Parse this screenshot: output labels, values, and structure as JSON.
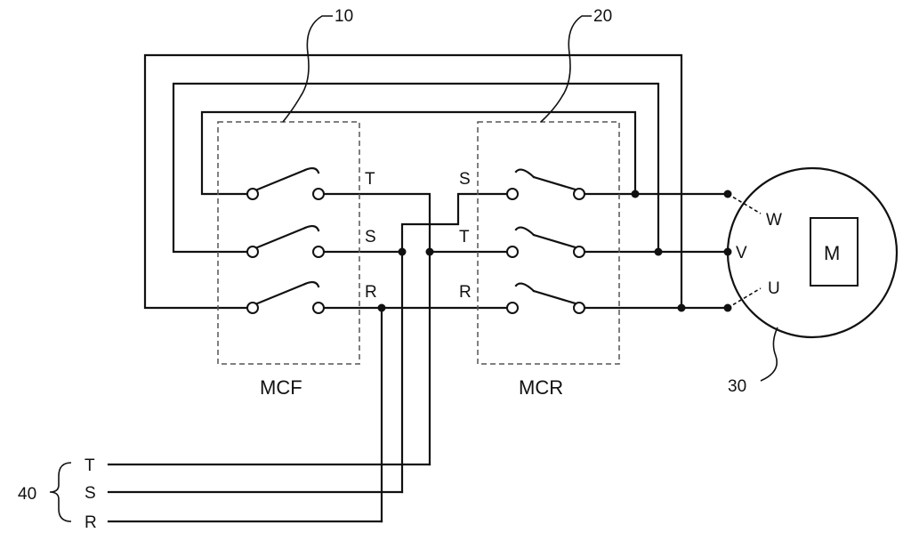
{
  "refs": {
    "mcf": "10",
    "mcr": "20",
    "motor": "30",
    "supply": "40"
  },
  "contactors": {
    "mcf_label": "MCF",
    "mcr_label": "MCR"
  },
  "mcf_terminals": {
    "top": "T",
    "mid": "S",
    "bot": "R"
  },
  "mcr_terminals": {
    "top": "S",
    "mid": "T",
    "bot": "R"
  },
  "motor": {
    "symbol": "M",
    "terminals": {
      "w": "W",
      "v": "V",
      "u": "U"
    }
  },
  "supply": {
    "lines": [
      "T",
      "S",
      "R"
    ]
  }
}
